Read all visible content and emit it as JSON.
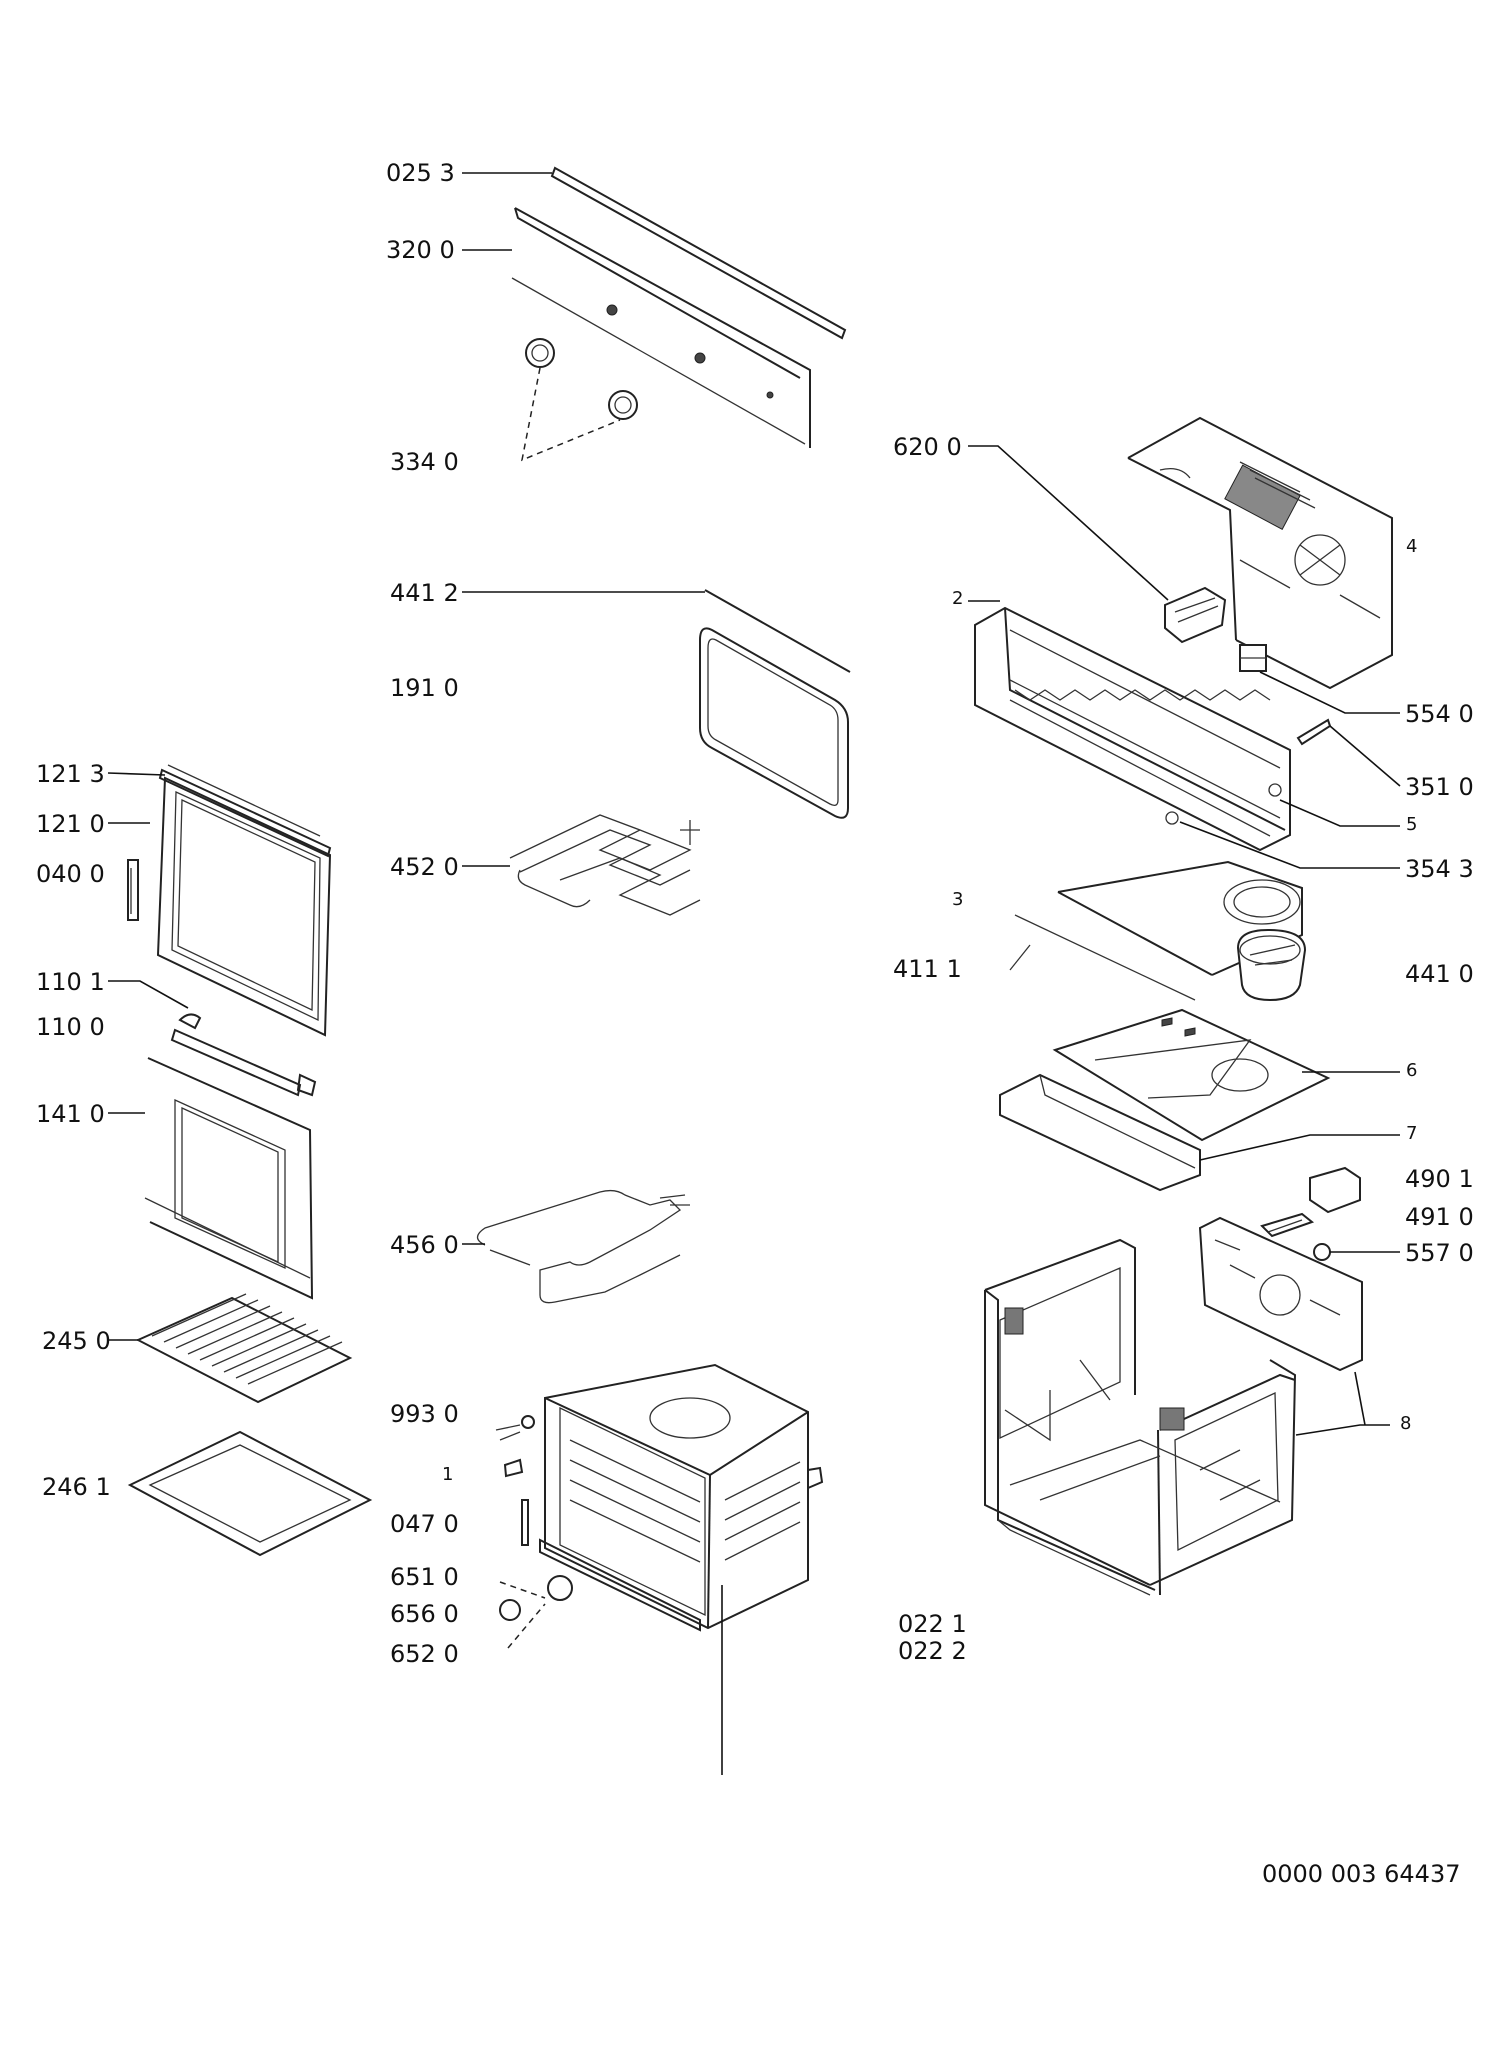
{
  "labels": {
    "p0253": "025 3",
    "p3200": "320 0",
    "p3340": "334 0",
    "p4412": "441 2",
    "p1910": "191 0",
    "p4520": "452 0",
    "p4560": "456 0",
    "p1213": "121 3",
    "p1210": "121 0",
    "p0400": "040 0",
    "p1101": "110 1",
    "p1100": "110 0",
    "p1410": "141 0",
    "p2450": "245 0",
    "p2461": "246 1",
    "p9930": "993 0",
    "p1": "1",
    "p0470": "047 0",
    "p6510": "651 0",
    "p6560": "656 0",
    "p6520": "652 0",
    "p6200": "620 0",
    "p4": "4",
    "p2": "2",
    "p5540": "554 0",
    "p3510": "351 0",
    "p5": "5",
    "p3543": "354 3",
    "p3": "3",
    "p4111": "411 1",
    "p4410": "441 0",
    "p6": "6",
    "p7": "7",
    "p4901": "490 1",
    "p4910": "491 0",
    "p5570": "557 0",
    "p8": "8",
    "p0221": "022 1",
    "p0222": "022 2"
  },
  "footer": {
    "drawing_code": "0000 003 64437"
  }
}
